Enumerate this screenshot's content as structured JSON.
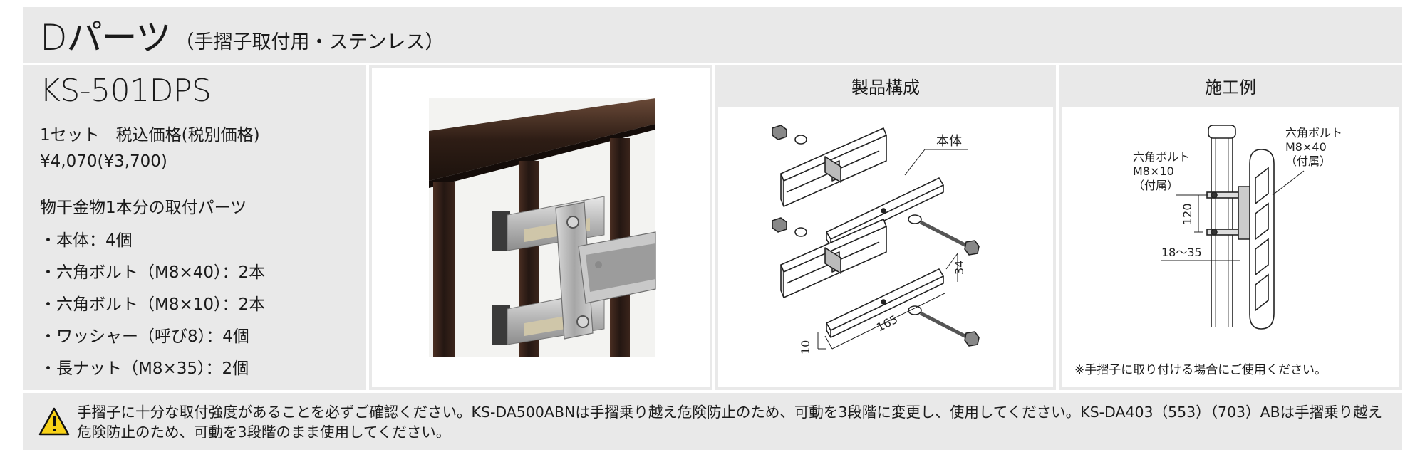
{
  "header": {
    "title": "Dパーツ",
    "subtitle": "（手摺子取付用・ステンレス）"
  },
  "product": {
    "code": "KS-501DPS",
    "price_label": "1セット　税込価格(税別価格)",
    "price": "¥4,070(¥3,700)",
    "desc": "物干金物1本分の取付パーツ",
    "items": [
      "・本体：4個",
      "・六角ボルト（M8×40）：2本",
      "・六角ボルト（M8×10）：2本",
      "・ワッシャー（呼び8）：4個",
      "・長ナット（M8×35）：2個"
    ]
  },
  "composition": {
    "heading": "製品構成",
    "labels": {
      "body": "本体",
      "dim_34": "34",
      "dim_165": "165",
      "dim_10": "10"
    }
  },
  "example": {
    "heading": "施工例",
    "bolt40": [
      "六角ボルト",
      "M8×40",
      "（付属）"
    ],
    "bolt10": [
      "六角ボルト",
      "M8×10",
      "（付属）"
    ],
    "dim_120": "120",
    "dim_range": "18～35",
    "note": "※手摺子に取り付ける場合にご使用ください。"
  },
  "warning": {
    "text": "手摺子に十分な取付強度があることを必ずご確認ください。KS-DA500ABNは手摺乗り越え危険防止のため、可動を3段階に変更し、使用してください。KS-DA403（553）（703）ABは手摺乗り越え危険防止のため、可動を3段階のまま使用してください。"
  }
}
